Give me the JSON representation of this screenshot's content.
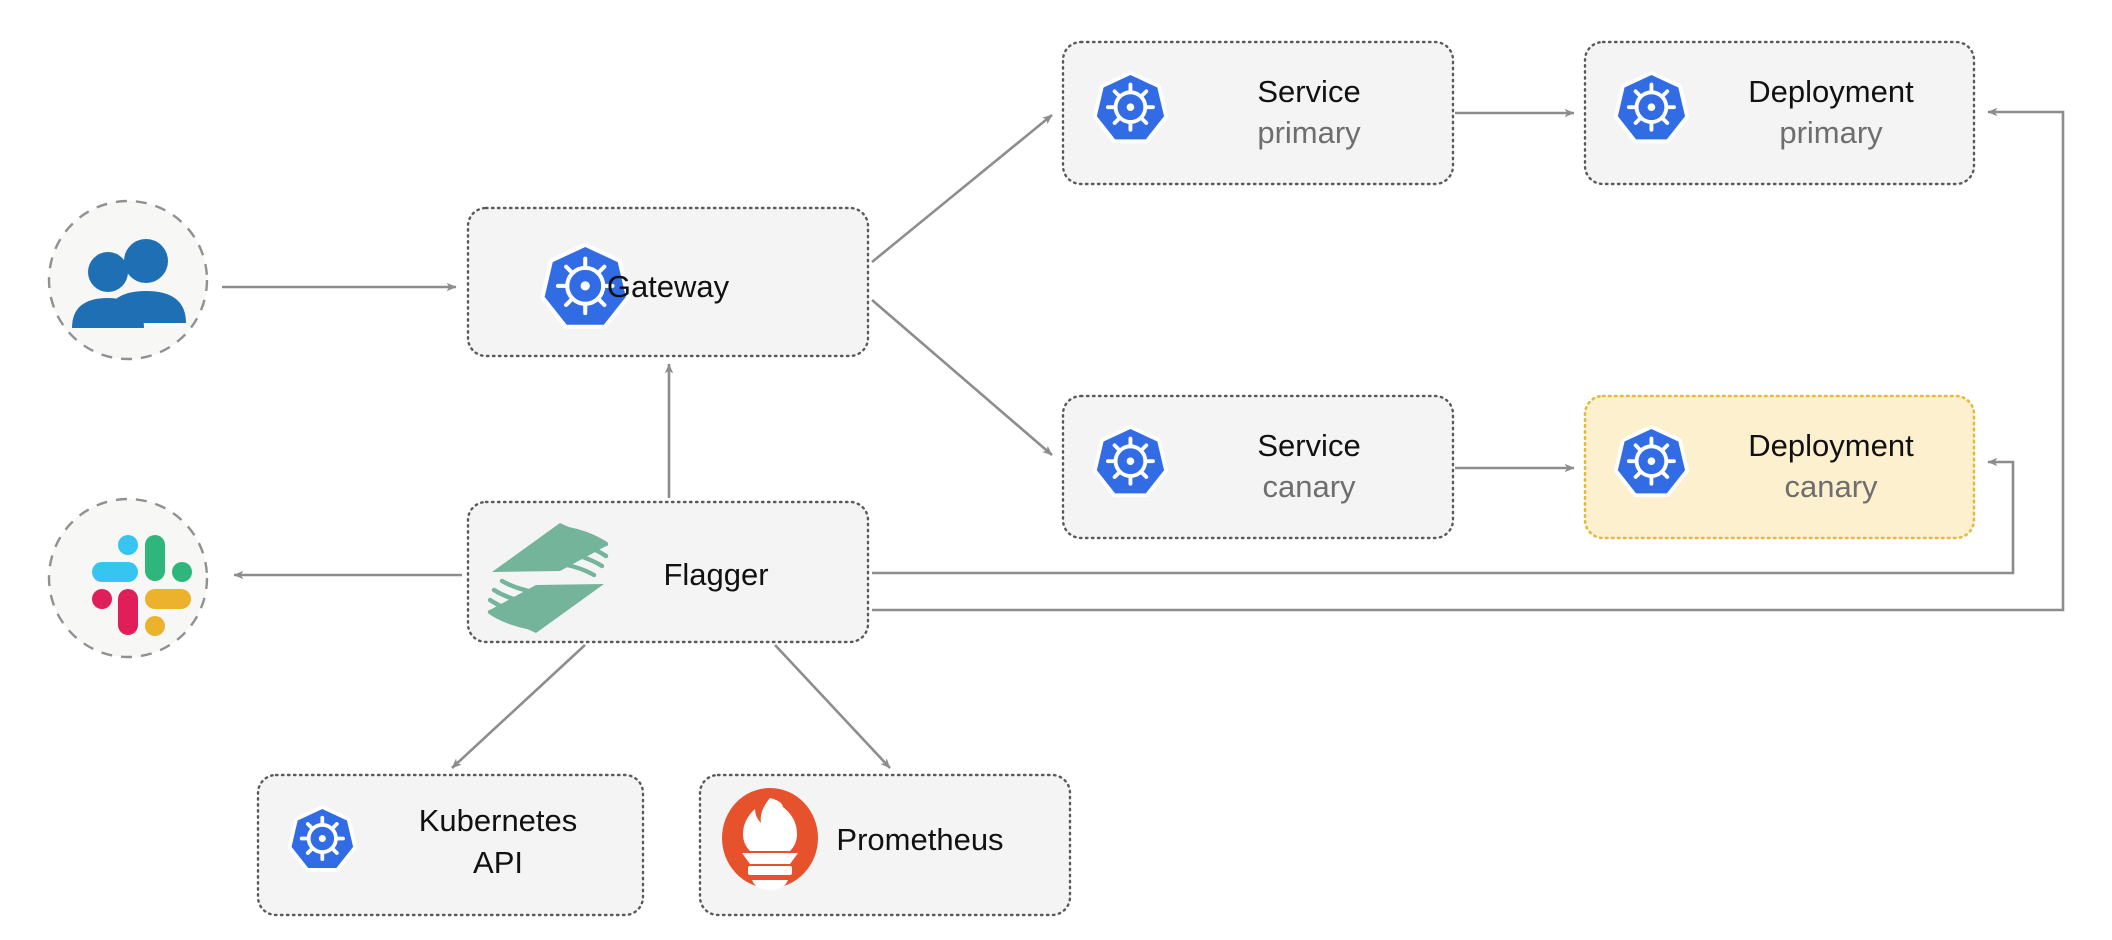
{
  "diagram": {
    "title": "Flagger canary deployment architecture",
    "colors": {
      "box_fill": "#f4f4f4",
      "box_border": "#707070",
      "canary_fill": "#fdf0cf",
      "canary_border": "#e5b93c",
      "edge": "#868686",
      "text_primary": "#111111",
      "text_secondary": "#6e6e6e",
      "kubernetes_blue": "#326ce5",
      "users_blue": "#1f6fb4",
      "flagger_green": "#74b49b",
      "prometheus_red": "#e6522c",
      "slack_blue": "#36c5f0",
      "slack_green": "#2eb67d",
      "slack_red": "#e01e5a",
      "slack_yellow": "#ecb22e"
    },
    "nodes": [
      {
        "id": "users",
        "shape": "dashed-circle",
        "icon": "users-icon",
        "label": "",
        "sub": ""
      },
      {
        "id": "slack",
        "shape": "dashed-circle",
        "icon": "slack-icon",
        "label": "",
        "sub": ""
      },
      {
        "id": "gateway",
        "shape": "box",
        "icon": "kubernetes-icon",
        "label": "Gateway",
        "sub": ""
      },
      {
        "id": "flagger",
        "shape": "box",
        "icon": "flagger-icon",
        "label": "Flagger",
        "sub": ""
      },
      {
        "id": "service-primary",
        "shape": "box",
        "icon": "kubernetes-icon",
        "label": "Service",
        "sub": "primary"
      },
      {
        "id": "deploy-primary",
        "shape": "box",
        "icon": "kubernetes-icon",
        "label": "Deployment",
        "sub": "primary"
      },
      {
        "id": "service-canary",
        "shape": "box",
        "icon": "kubernetes-icon",
        "label": "Service",
        "sub": "canary"
      },
      {
        "id": "deploy-canary",
        "shape": "box-canary",
        "icon": "kubernetes-icon",
        "label": "Deployment",
        "sub": "canary"
      },
      {
        "id": "kubernetes-api",
        "shape": "box",
        "icon": "kubernetes-icon",
        "label": "Kubernetes",
        "sub": "",
        "label2": "API"
      },
      {
        "id": "prometheus",
        "shape": "box",
        "icon": "prometheus-icon",
        "label": "Prometheus",
        "sub": ""
      }
    ],
    "labels": {
      "gateway": "Gateway",
      "flagger": "Flagger",
      "service_primary_title": "Service",
      "service_primary_sub": "primary",
      "deployment_primary_title": "Deployment",
      "deployment_primary_sub": "primary",
      "service_canary_title": "Service",
      "service_canary_sub": "canary",
      "deployment_canary_title": "Deployment",
      "deployment_canary_sub": "canary",
      "kubernetes_api_line1": "Kubernetes",
      "kubernetes_api_line2": "API",
      "prometheus": "Prometheus"
    },
    "edges": [
      {
        "from": "users",
        "to": "gateway",
        "style": "arrow"
      },
      {
        "from": "gateway",
        "to": "service-primary",
        "style": "arrow"
      },
      {
        "from": "gateway",
        "to": "service-canary",
        "style": "arrow"
      },
      {
        "from": "service-primary",
        "to": "deploy-primary",
        "style": "arrow"
      },
      {
        "from": "service-canary",
        "to": "deploy-canary",
        "style": "arrow"
      },
      {
        "from": "flagger",
        "to": "gateway",
        "style": "arrow"
      },
      {
        "from": "flagger",
        "to": "slack",
        "style": "arrow"
      },
      {
        "from": "flagger",
        "to": "kubernetes-api",
        "style": "arrow"
      },
      {
        "from": "flagger",
        "to": "prometheus",
        "style": "arrow"
      },
      {
        "from": "flagger",
        "to": "deploy-canary",
        "style": "orthogonal-arrow"
      },
      {
        "from": "flagger",
        "to": "deploy-primary",
        "style": "orthogonal-arrow"
      }
    ]
  }
}
